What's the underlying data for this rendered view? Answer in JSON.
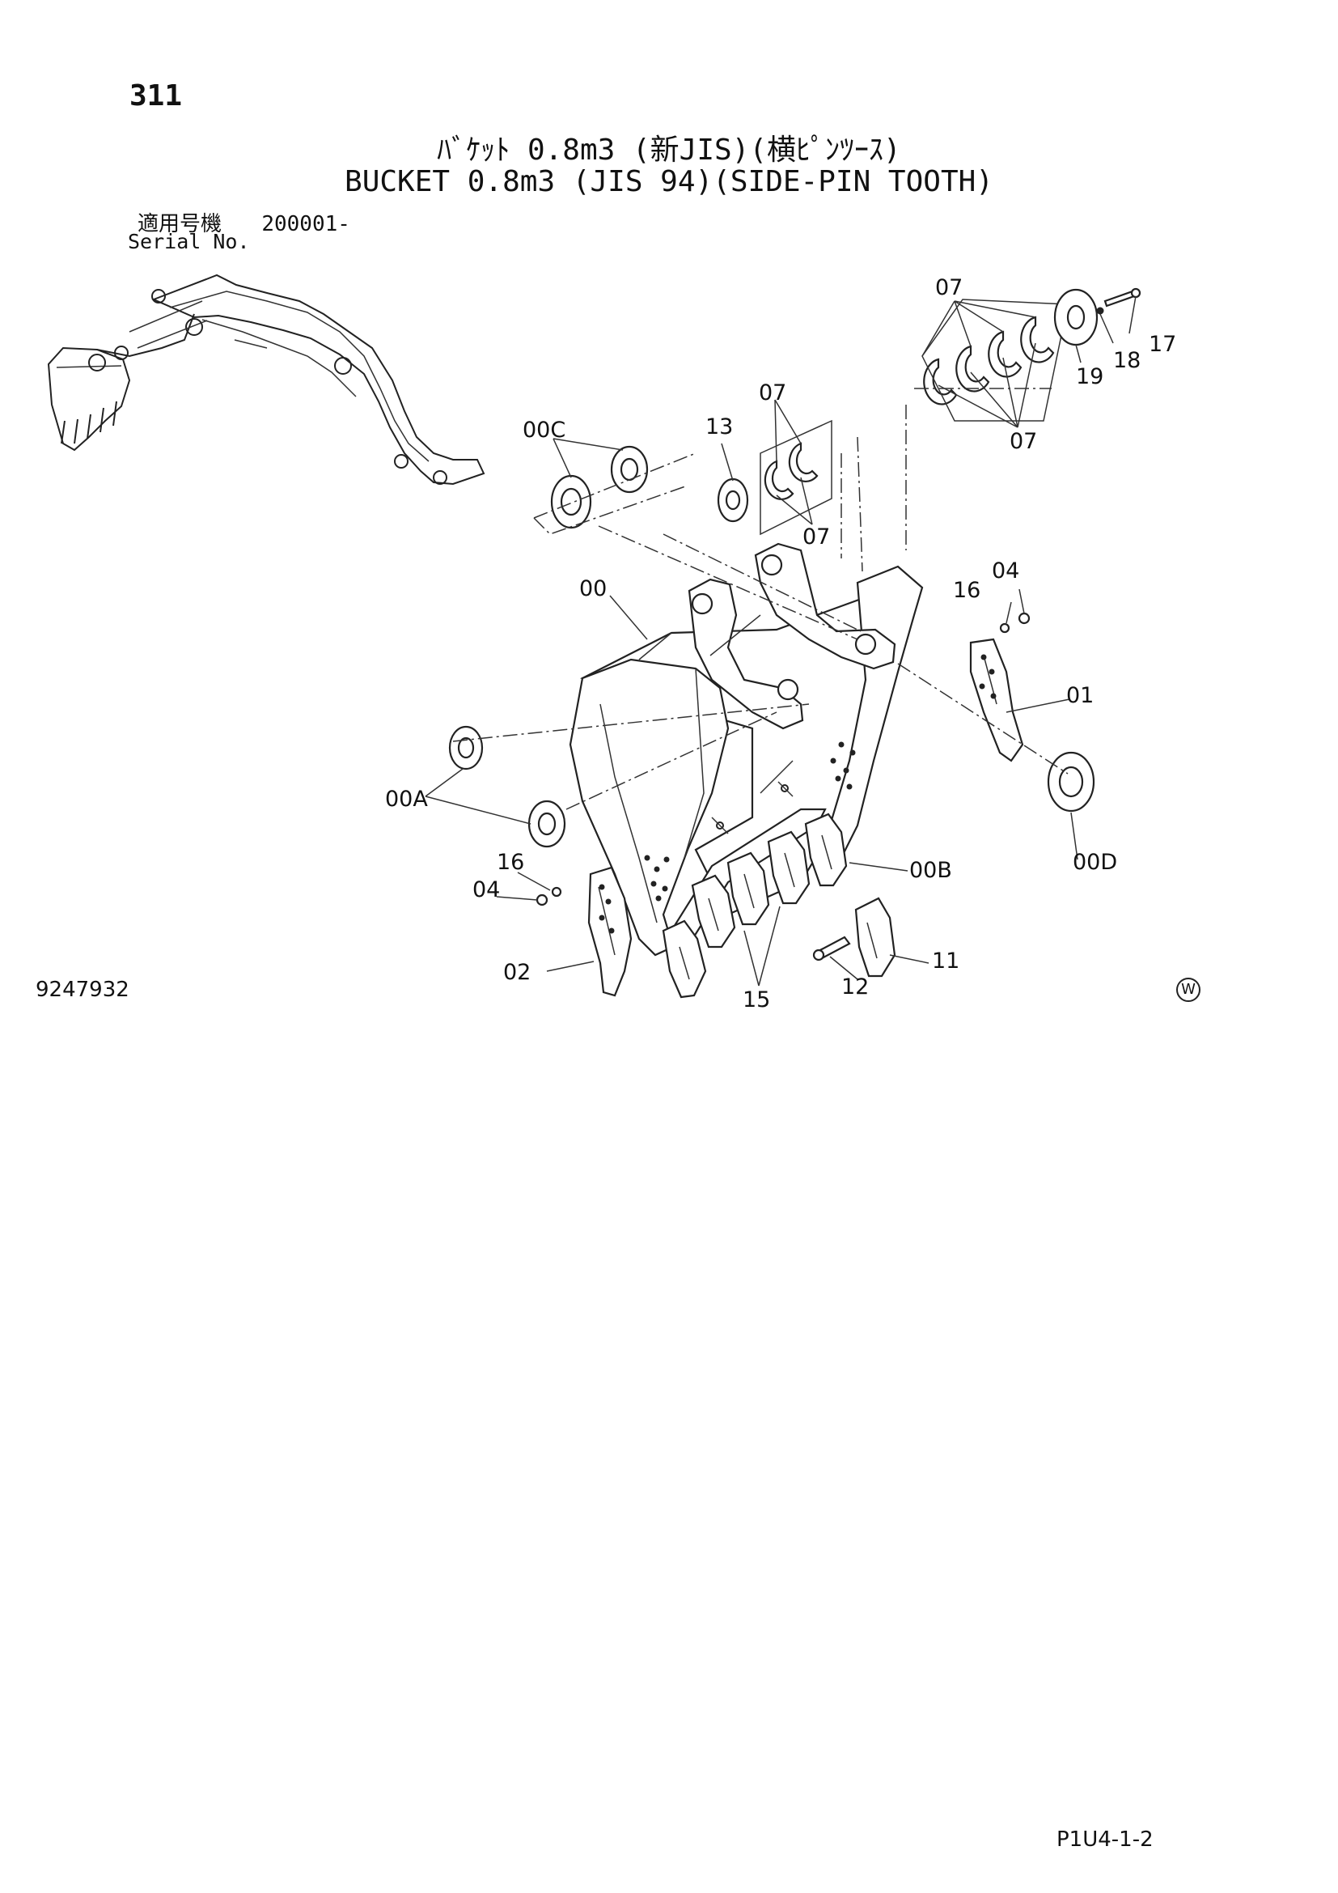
{
  "header": {
    "page_number": "311",
    "title_jp": "ﾊﾞｹｯﾄ 0.8m3 (新JIS)(横ﾋﾟﾝﾂｰｽ)",
    "title_en": "BUCKET 0.8m3 (JIS 94)(SIDE-PIN TOOTH)",
    "serial_label_jp": "適用号機",
    "serial_value": "200001-",
    "serial_label_en": "Serial No."
  },
  "footer": {
    "drawing_number": "9247932",
    "mark": "W",
    "page_code": "P1U4-1-2"
  },
  "callouts": {
    "c07_top": "07",
    "c17": "17",
    "c18": "18",
    "c19": "19",
    "c07_right": "07",
    "c07_mid": "07",
    "c07_mid_low": "07",
    "c00C": "00C",
    "c13": "13",
    "c00": "00",
    "c16_right": "16",
    "c04_right": "04",
    "c01": "01",
    "c00A": "00A",
    "c00D": "00D",
    "c00B": "00B",
    "c16_left": "16",
    "c04_left": "04",
    "c02": "02",
    "c15": "15",
    "c12": "12",
    "c11": "11"
  }
}
